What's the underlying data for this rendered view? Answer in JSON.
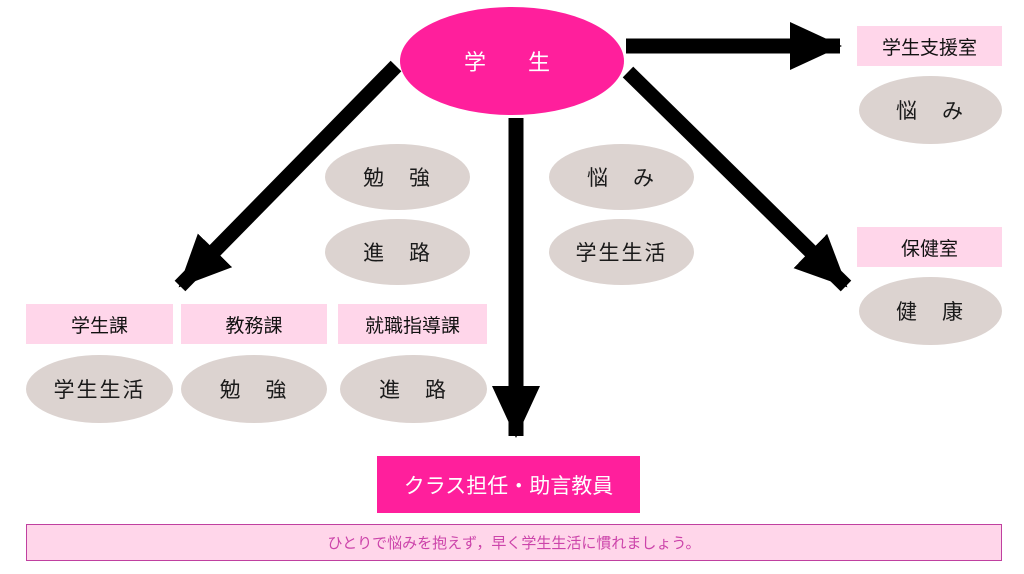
{
  "center": {
    "label": "学　生"
  },
  "middle_topics": {
    "left": [
      "勉　強",
      "進　路"
    ],
    "right": [
      "悩　み",
      "学生生活"
    ]
  },
  "departments": [
    {
      "name": "学生課",
      "topic": "学生生活"
    },
    {
      "name": "教務課",
      "topic": "勉　強"
    },
    {
      "name": "就職指導課",
      "topic": "進　路"
    }
  ],
  "support_room": {
    "name": "学生支援室",
    "topic": "悩　み"
  },
  "health_room": {
    "name": "保健室",
    "topic": "健　康"
  },
  "teacher": {
    "label": "クラス担任・助言教員"
  },
  "footer": {
    "text": "ひとりで悩みを抱えず，早く学生生活に慣れましょう。"
  },
  "colors": {
    "accent": "#ff1f9c",
    "label_bg": "#ffd6ea",
    "topic_bg": "#dcd3d0",
    "arrow": "#000000"
  }
}
